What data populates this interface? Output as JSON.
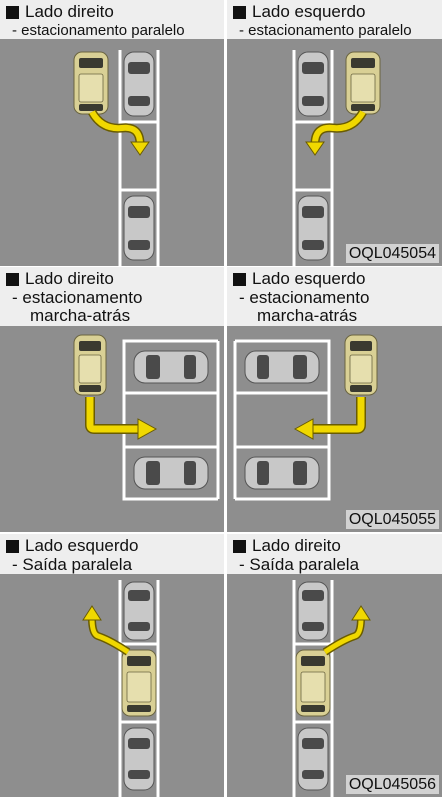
{
  "sections": [
    {
      "left": {
        "marker": "■",
        "title": "Lado direito",
        "subtitle": "- estacionamento paralelo"
      },
      "right": {
        "marker": "■",
        "title": "Lado esquerdo",
        "subtitle": "- estacionamento paralelo"
      },
      "code": "OQL045054"
    },
    {
      "left": {
        "marker": "■",
        "title": "Lado direito",
        "line2": "- estacionamento",
        "line3": "marcha-atrás"
      },
      "right": {
        "marker": "■",
        "title": "Lado esquerdo",
        "line2": "- estacionamento",
        "line3": "marcha-atrás"
      },
      "code": "OQL045055"
    },
    {
      "left": {
        "marker": "■",
        "title": "Lado esquerdo",
        "subtitle": "- Saída paralela"
      },
      "right": {
        "marker": "■",
        "title": "Lado direito",
        "subtitle": "- Saída paralela"
      },
      "code": "OQL045056"
    }
  ],
  "colors": {
    "asphalt": "#8e8e8e",
    "caption_bg": "#eeeeee",
    "lane_line": "#ffffff",
    "maneuver_car": "#d9d095",
    "parked_car": "#c8c8c8",
    "arrow": "#f0d800"
  }
}
